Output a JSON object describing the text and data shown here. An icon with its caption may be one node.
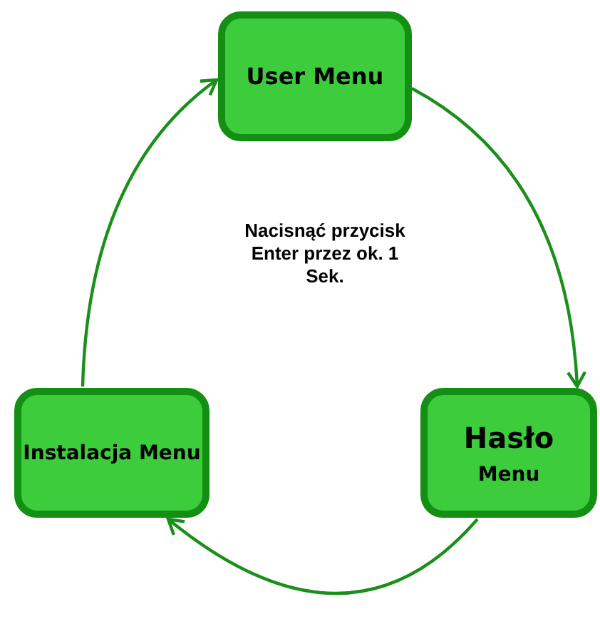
{
  "diagram": {
    "nodes": [
      {
        "text": [
          "User Menu"
        ]
      },
      {
        "text": [
          "Hasło",
          "Menu"
        ]
      },
      {
        "text": [
          "Instalacja Menu"
        ]
      }
    ],
    "edges": [
      {
        "from": 0,
        "to": 1,
        "arrow": "to"
      },
      {
        "from": 1,
        "to": 2,
        "arrow": "to"
      },
      {
        "from": 2,
        "to": 0,
        "arrow": "to"
      }
    ],
    "labels": [
      "Nacisnąć przycisk Enter przez ok. 1 Sek."
    ]
  }
}
